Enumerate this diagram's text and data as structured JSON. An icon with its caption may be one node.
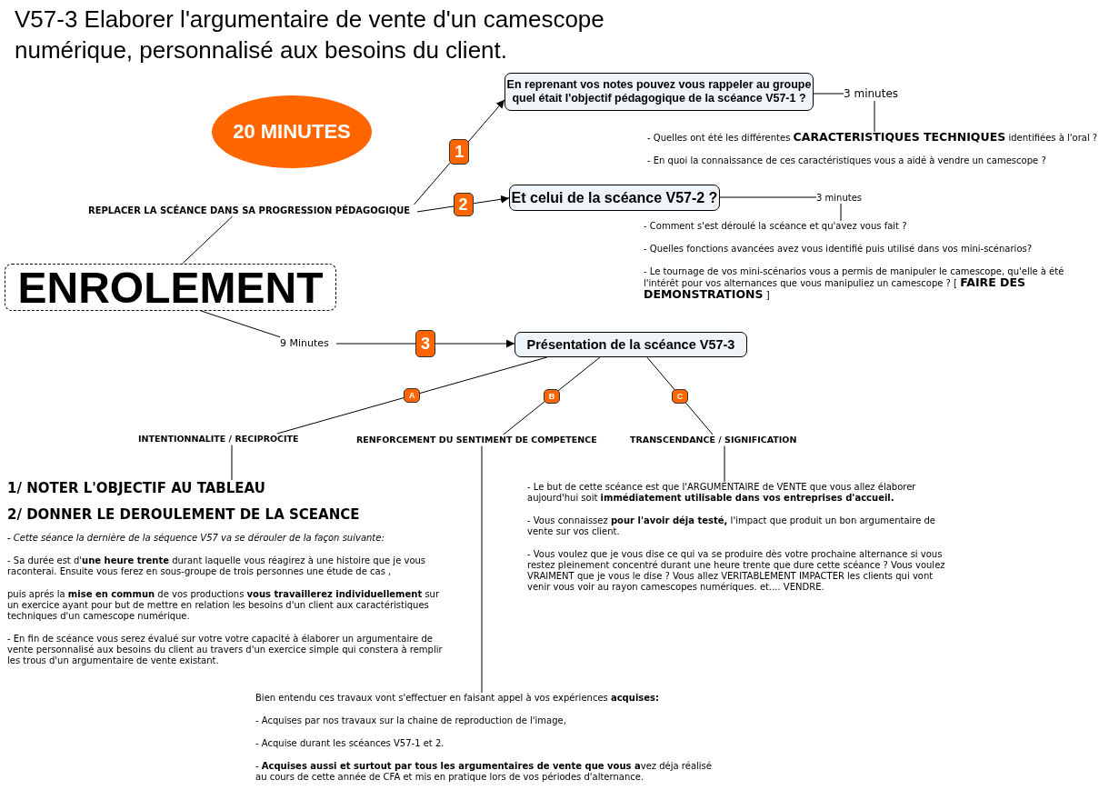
{
  "diagram": {
    "title": "V57-3 Elaborer l'argumentaire de vente d'un camescope numérique, personnalisé aux besoins du client.",
    "nodes": [
      {
        "text": [
          "20 MINUTES"
        ]
      },
      {
        "text": [
          "ENROLEMENT"
        ]
      },
      {
        "text": [
          "REPLACER LA SCÉANCE DANS SA PROGRESSION PÉDAGOGIQUE"
        ]
      },
      {
        "text": [
          "En reprenant vos notes pouvez vous rappeler au groupe quel était l'objectif pédagogique de la scéance V57-1 ?"
        ]
      },
      {
        "text": [
          "3 minutes"
        ]
      },
      {
        "text": [
          "- Quelles ont été les différentes **CARACTERISTIQUES TECHNIQUES** identifiées à l'oral ?",
          "- En quoi la connaissance de ces caractéristiques vous a aidé à vendre un camescope ?"
        ]
      },
      {
        "text": [
          "Et celui de la scéance V57-2 ?"
        ]
      },
      {
        "text": [
          "3 minutes"
        ]
      },
      {
        "text": [
          "- Comment s'est déroulé la scéance et qu'avez vous fait ?",
          "- Quelles fonctions avancées avez vous identifié puis utilisé dans vos mini-scénarios?",
          "- Le tournage de vos mini-scénarios vous a permis de manipuler le camescope, qu'elle à été l'intérêt pour vos alternances que vous manipuliez un camescope ? [ **FAIRE DES DEMONSTRATIONS** ]"
        ]
      },
      {
        "text": [
          "9 Minutes"
        ]
      },
      {
        "text": [
          "Présentation de la scéance V57-3"
        ]
      },
      {
        "text": [
          "INTENTIONNALITE / RECIPROCITE"
        ]
      },
      {
        "text": [
          "RENFORCEMENT DU SENTIMENT DE COMPETENCE"
        ]
      },
      {
        "text": [
          "TRANSCENDANCE / SIGNIFICATION"
        ]
      },
      {
        "text": [
          "1/ NOTER L'OBJECTIF AU TABLEAU",
          "2/ DONNER LE DEROULEMENT DE LA SCEANCE",
          "- Cette séance la dernière de la séquence V57 va se dérouler de la façon suivante:",
          "- Sa durée est d'**une heure trente** durant laquelle vous réagirez à une histoire que je vous raconterai. Ensuite vous ferez en sous-groupe de trois personnes une étude de cas ,",
          "puis aprés la **mise en commun** de vos productions **vous travaillerez individuellement** sur un exercice ayant pour but de mettre en relation les besoins d'un client aux caractéristiques techniques d'un camescope numérique.",
          "- En fin de scéance vous serez évalué sur votre votre capacité à élaborer un argumentaire de vente personnalisé aux besoins du client au travers d'un exercice simple qui constera à remplir les trous d'un argumentaire de vente existant."
        ]
      },
      {
        "text": [
          "Bien entendu ces travaux vont s'effectuer en faisant appel à vos expériences **acquises:**",
          "- Acquises par nos travaux sur la chaine de reproduction de l'image,",
          "- Acquise durant les scéances V57-1 et 2.",
          "- **Acquises aussi et surtout par tous les argumentaires de vente que vous a**vez déja réalisé au cours de cette année de CFA et mis en pratique lors de vos périodes d'alternance."
        ]
      },
      {
        "text": [
          "- Le but de cette scéance est que l'ARGUMENTAIRE de VENTE que vous allez élaborer aujourd'hui soit **immédiatement utilisable dans vos entreprises d'accueil.**",
          "- Vous connaissez **pour l'avoir déja testé,** l'impact que produit un bon argumentaire de vente sur vos client.",
          "- Vous voulez que je vous dise ce qui va se produire dès votre prochaine alternance si vous restez pleinement concentré durant une heure trente que dure cette scéance ? Vous voulez VRAIMENT que je vous le dise ? Vous allez VERITABLEMENT IMPACTER les clients qui vont venir vous voir au rayon camescopes numériques. et.... VENDRE."
        ]
      }
    ],
    "edges": [
      {
        "from": 2,
        "to": 3,
        "arrow": "to",
        "label": "1"
      },
      {
        "from": 2,
        "to": 6,
        "arrow": "to",
        "label": "2"
      },
      {
        "from": 1,
        "to": 2,
        "arrow": "none"
      },
      {
        "from": 1,
        "to": 9,
        "arrow": "none"
      },
      {
        "from": 9,
        "to": 10,
        "arrow": "to",
        "label": "3"
      },
      {
        "from": 3,
        "to": 4,
        "arrow": "none"
      },
      {
        "from": 4,
        "to": 5,
        "arrow": "none"
      },
      {
        "from": 6,
        "to": 7,
        "arrow": "none"
      },
      {
        "from": 7,
        "to": 8,
        "arrow": "none"
      },
      {
        "from": 10,
        "to": 11,
        "arrow": "none",
        "label": "A"
      },
      {
        "from": 10,
        "to": 12,
        "arrow": "none",
        "label": "B"
      },
      {
        "from": 10,
        "to": 13,
        "arrow": "none",
        "label": "C"
      },
      {
        "from": 11,
        "to": 14,
        "arrow": "none"
      },
      {
        "from": 12,
        "to": 15,
        "arrow": "none"
      },
      {
        "from": 13,
        "to": 16,
        "arrow": "none"
      }
    ]
  }
}
